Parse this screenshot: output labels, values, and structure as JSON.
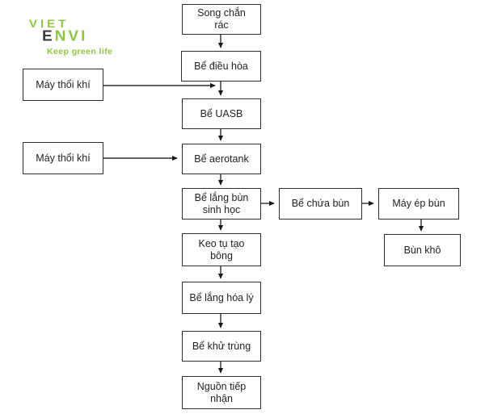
{
  "logo": {
    "line1": "VIET",
    "line2": "ENVI",
    "tagline": "Keep green life",
    "green": "#8dc63f",
    "dark_letter": "#3d3d3d"
  },
  "nodes": {
    "song_chan_rac": "Song chắn rác",
    "be_dieu_hoa": "Bể điều hòa",
    "be_uasb": "Bể UASB",
    "be_aerotank": "Bể aerotank",
    "be_lang_bun_sinh_hoc": "Bể lắng bùn sinh học",
    "keo_tu_tao_bong": "Keo tụ tạo bông",
    "be_lang_hoa_ly": "Bể lắng hóa lý",
    "be_khu_trung": "Bể khử trùng",
    "nguon_tiep_nhan": "Nguồn tiếp nhận",
    "may_thoi_khi_1": "Máy thổi khí",
    "may_thoi_khi_2": "Máy thổi khí",
    "be_chua_bun": "Bể chứa bùn",
    "may_ep_bun": "Máy ép bùn",
    "bun_kho": "Bùn khô"
  },
  "colors": {
    "line": "#2e2e2e",
    "box_border": "#2e2e2e",
    "text": "#222222",
    "background": "#ffffff"
  }
}
